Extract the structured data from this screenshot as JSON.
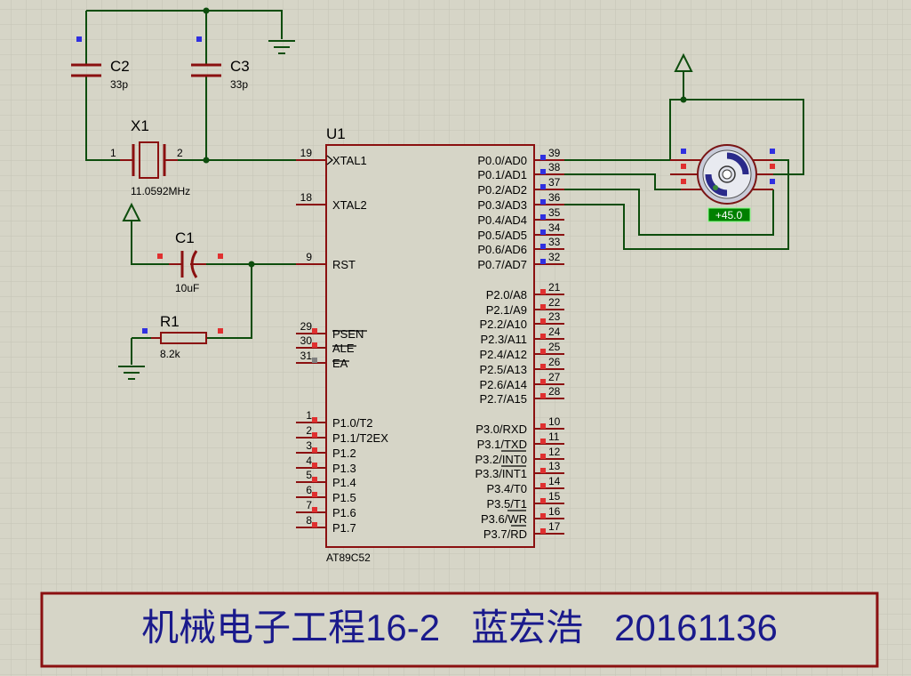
{
  "components": {
    "c2": {
      "ref": "C2",
      "value": "33p"
    },
    "c3": {
      "ref": "C3",
      "value": "33p"
    },
    "x1": {
      "ref": "X1",
      "value": "11.0592MHz",
      "pin1": "1",
      "pin2": "2"
    },
    "c1": {
      "ref": "C1",
      "value": "10uF"
    },
    "r1": {
      "ref": "R1",
      "value": "8.2k"
    },
    "u1": {
      "ref": "U1",
      "part": "AT89C52"
    },
    "motor": {
      "readout": "+45.0"
    }
  },
  "mcu_pins": {
    "left": [
      {
        "num": "19",
        "name": "XTAL1"
      },
      {
        "num": "18",
        "name": "XTAL2"
      },
      {
        "num": "9",
        "name": "RST"
      },
      {
        "num": "29",
        "name": "PSEN"
      },
      {
        "num": "30",
        "name": "ALE"
      },
      {
        "num": "31",
        "name": "EA"
      },
      {
        "num": "1",
        "name": "P1.0/T2"
      },
      {
        "num": "2",
        "name": "P1.1/T2EX"
      },
      {
        "num": "3",
        "name": "P1.2"
      },
      {
        "num": "4",
        "name": "P1.3"
      },
      {
        "num": "5",
        "name": "P1.4"
      },
      {
        "num": "6",
        "name": "P1.5"
      },
      {
        "num": "7",
        "name": "P1.6"
      },
      {
        "num": "8",
        "name": "P1.7"
      }
    ],
    "right": [
      {
        "num": "39",
        "name": "P0.0/AD0"
      },
      {
        "num": "38",
        "name": "P0.1/AD1"
      },
      {
        "num": "37",
        "name": "P0.2/AD2"
      },
      {
        "num": "36",
        "name": "P0.3/AD3"
      },
      {
        "num": "35",
        "name": "P0.4/AD4"
      },
      {
        "num": "34",
        "name": "P0.5/AD5"
      },
      {
        "num": "33",
        "name": "P0.6/AD6"
      },
      {
        "num": "32",
        "name": "P0.7/AD7"
      },
      {
        "num": "21",
        "name": "P2.0/A8"
      },
      {
        "num": "22",
        "name": "P2.1/A9"
      },
      {
        "num": "23",
        "name": "P2.2/A10"
      },
      {
        "num": "24",
        "name": "P2.3/A11"
      },
      {
        "num": "25",
        "name": "P2.4/A12"
      },
      {
        "num": "26",
        "name": "P2.5/A13"
      },
      {
        "num": "27",
        "name": "P2.6/A14"
      },
      {
        "num": "28",
        "name": "P2.7/A15"
      },
      {
        "num": "10",
        "name": "P3.0/RXD"
      },
      {
        "num": "11",
        "name": "P3.1/TXD"
      },
      {
        "num": "12",
        "name": "P3.2/INT0"
      },
      {
        "num": "13",
        "name": "P3.3/INT1"
      },
      {
        "num": "14",
        "name": "P3.4/T0"
      },
      {
        "num": "15",
        "name": "P3.5/T1"
      },
      {
        "num": "16",
        "name": "P3.6/WR"
      },
      {
        "num": "17",
        "name": "P3.7/RD"
      }
    ]
  },
  "banner": {
    "text": "机械电子工程16-2   蓝宏浩   20161136"
  },
  "colors": {
    "background": "#d6d5c7",
    "grid": "#c4c3b5",
    "wire": "#0d4d0d",
    "component": "#8b1010",
    "chip_fill": "#d6d5c7",
    "pin_red": "#e03030",
    "pin_blue": "#3030e0",
    "pin_gray": "#808080",
    "banner_text": "#1a1a8c",
    "readout_bg": "#008000",
    "readout_text": "#ffffff"
  }
}
